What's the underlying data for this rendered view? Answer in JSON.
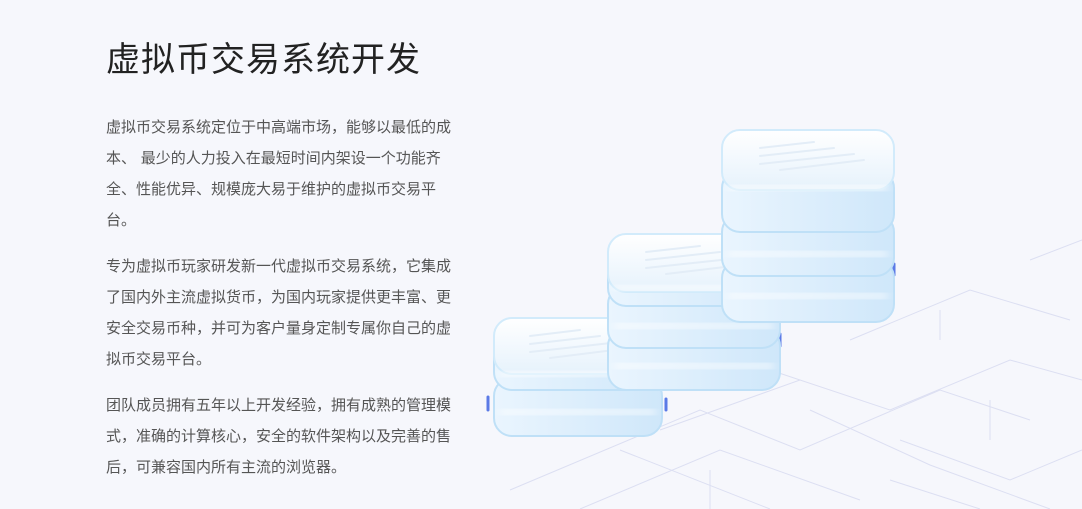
{
  "heading": {
    "title": "虚拟币交易系统开发"
  },
  "paragraphs": {
    "p1": "虚拟币交易系统定位于中高端市场，能够以最低的成本、 最少的人力投入在最短时间内架设一个功能齐全、性能优异、规模庞大易于维护的虚拟币交易平台。",
    "p2": "专为虚拟币玩家研发新一代虚拟币交易系统，它集成了国内外主流虚拟货币，为国内玩家提供更丰富、更安全交易币种，并可为客户量身定制专属你自己的虚拟币交易平台。",
    "p3": "团队成员拥有五年以上开发经验，拥有成熟的管理模式，准确的计算核心，安全的软件架构以及完善的售后，可兼容国内所有主流的浏览器。"
  },
  "colors": {
    "background": "#f6f7fc",
    "title": "#222222",
    "body_text": "#555555",
    "server_glow": "#9fd3f5",
    "accent_blue": "#3f5bd6",
    "grid_line": "#d9dcf0"
  },
  "icons": {
    "illustration": "server-stack-illustration"
  }
}
